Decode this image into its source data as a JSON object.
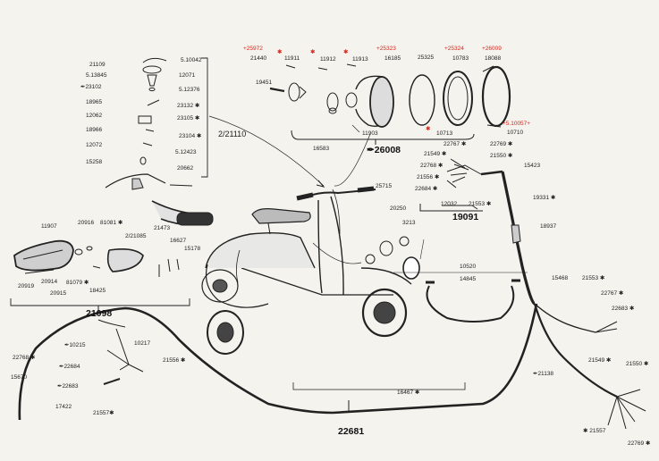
{
  "labels": {
    "l_25972": "+25972",
    "l_21440": "21440",
    "l_11911": "11911",
    "l_11912": "11912",
    "l_11913": "11913",
    "l_25323": "+25323",
    "l_16185": "16185",
    "l_25325": "25325",
    "l_25324": "+25324",
    "l_10783": "10783",
    "l_26009": "+26009",
    "l_18088": "18088",
    "l_19451": "19451",
    "l_10057": "+5.10057+",
    "l_10713": "10713",
    "l_10710": "10710",
    "l_11903": "11903",
    "l_16583": "16583",
    "l_26008": "✒26008",
    "l_21109": "21109",
    "l_510042": "5.10042",
    "l_513845": "5.13845",
    "l_12071": "12071",
    "l_23102": "✒23102",
    "l_512376": "5.12376",
    "l_18965a": "18965",
    "l_23132": "23132 ✱",
    "l_12062": "12062",
    "l_23105": "23105 ✱",
    "l_18966": "18966",
    "l_23104": "23104 ✱",
    "l_12072": "12072",
    "l_512423": "5.12423",
    "l_15258": "15258",
    "l_20662": "20662",
    "l_221110": "2/21110",
    "l_22767a": "22767 ✱",
    "l_22769a": "22769 ✱",
    "l_21549a": "21549 ✱",
    "l_21550a": "21550 ✱",
    "l_22768a": "22768 ✱",
    "l_15423": "15423",
    "l_21556a": "21556 ✱",
    "l_22684a": "22684 ✱",
    "l_12032": "12032",
    "l_21553a": "21553 ✱",
    "l_19091": "19091",
    "l_19331": "19331 ✱",
    "l_18937": "18937",
    "l_25715": "25715",
    "l_20250": "20250",
    "l_3213": "3213",
    "l_11907": "11907",
    "l_20916": "20916",
    "l_81081": "81081 ✱",
    "l_212108": "2/21085",
    "l_21473": "21473",
    "l_16627": "16627",
    "l_15178": "15178",
    "l_20919": "20919",
    "l_20914": "20914",
    "l_81079": "81079 ✱",
    "l_18425": "18425",
    "l_20915": "20915",
    "l_21098": "21098",
    "l_10520": "10520",
    "l_14845": "14845",
    "l_15468": "15468",
    "l_21553b": "21553 ✱",
    "l_22767b": "22767 ✱",
    "l_22683b": "22683 ✱",
    "l_22768b": "22768 ✱",
    "l_10215": "✒10215",
    "l_10217": "10217",
    "l_22684b": "✒22684",
    "l_21556b": "21556 ✱",
    "l_15670": "15670",
    "l_22683c": "✒22683",
    "l_17422": "17422",
    "l_21557b": "21557✱",
    "l_16467": "16467 ✱",
    "l_22681": "22681",
    "l_21138": "✒21138",
    "l_21549b": "21549 ✱",
    "l_21550b": "21550 ✱",
    "l_21557c": "✱ 21557",
    "l_22769b": "22769 ✱"
  },
  "markers": {
    "m1": "✱",
    "m2": "✱",
    "m3": "✱",
    "m4": "✱"
  }
}
